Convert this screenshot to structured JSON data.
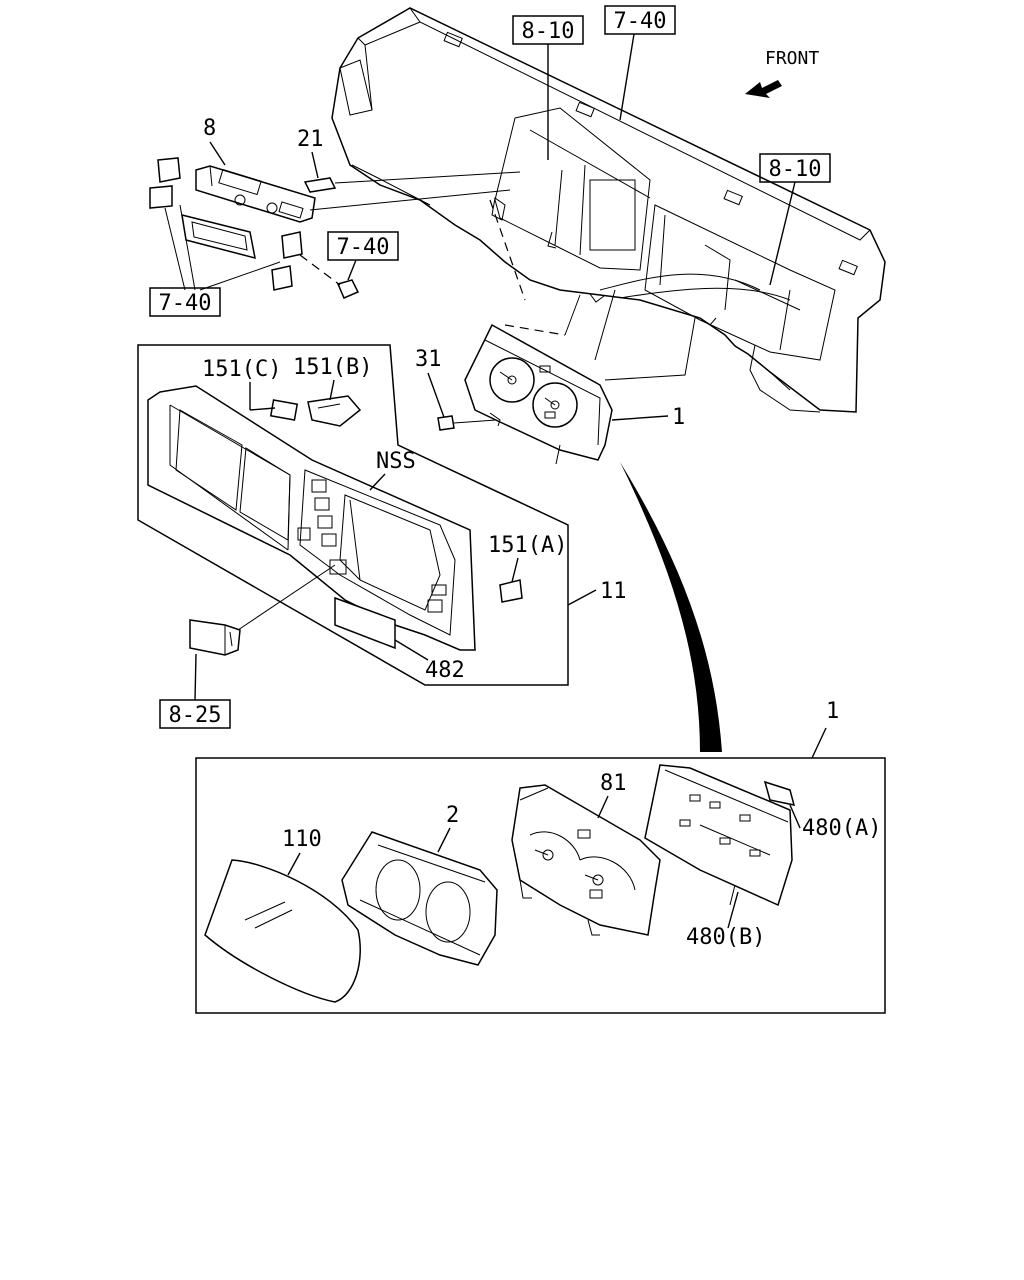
{
  "direction": {
    "label": "FRONT"
  },
  "refs": {
    "r810_top": "8-10",
    "r740_top": "7-40",
    "r810_right": "8-10",
    "r740_mid": "7-40",
    "r740_left": "7-40",
    "r825": "8-25"
  },
  "labels": {
    "p8": "8",
    "p21": "21",
    "p31": "31",
    "p1_cluster": "1",
    "p151c": "151(C)",
    "p151b": "151(B)",
    "nss": "NSS",
    "p151a": "151(A)",
    "p11": "11",
    "p482": "482",
    "p1_box": "1",
    "p81": "81",
    "p2": "2",
    "p110": "110",
    "p480a": "480(A)",
    "p480b": "480(B)"
  },
  "icons": {
    "front_arrow": "arrow-icon"
  }
}
